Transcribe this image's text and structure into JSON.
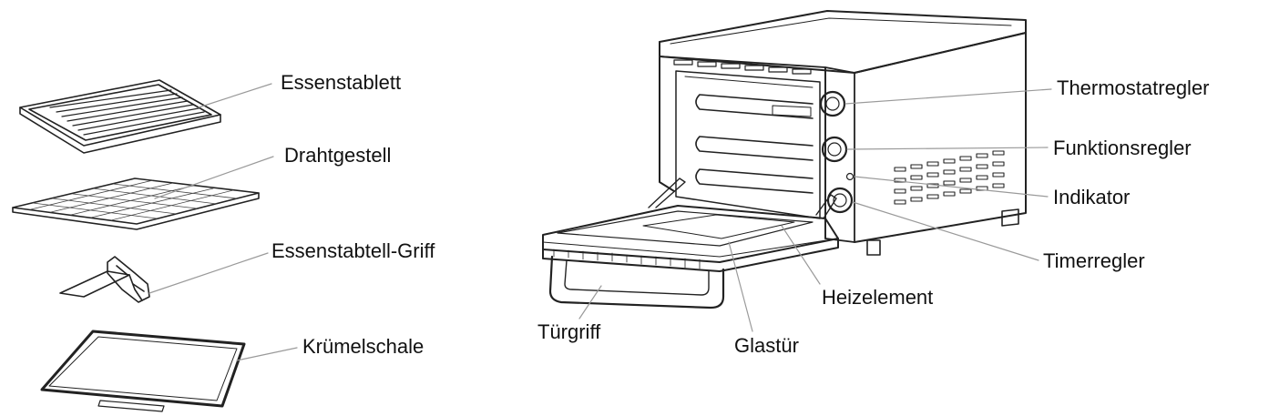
{
  "labels": {
    "food_tray": "Essenstablett",
    "wire_rack": "Drahtgestell",
    "tray_handle": "Essenstabtell-Griff",
    "crumb_tray": "Krümelschale",
    "thermostat_knob": "Thermostatregler",
    "function_knob": "Funktionsregler",
    "indicator": "Indikator",
    "timer_knob": "Timerregler",
    "heating_element": "Heizelement",
    "door_handle": "Türgriff",
    "glass_door": "Glastür"
  },
  "colors": {
    "stroke": "#222222",
    "leader": "#9a9a9a",
    "text": "#111111",
    "background": "#ffffff"
  }
}
